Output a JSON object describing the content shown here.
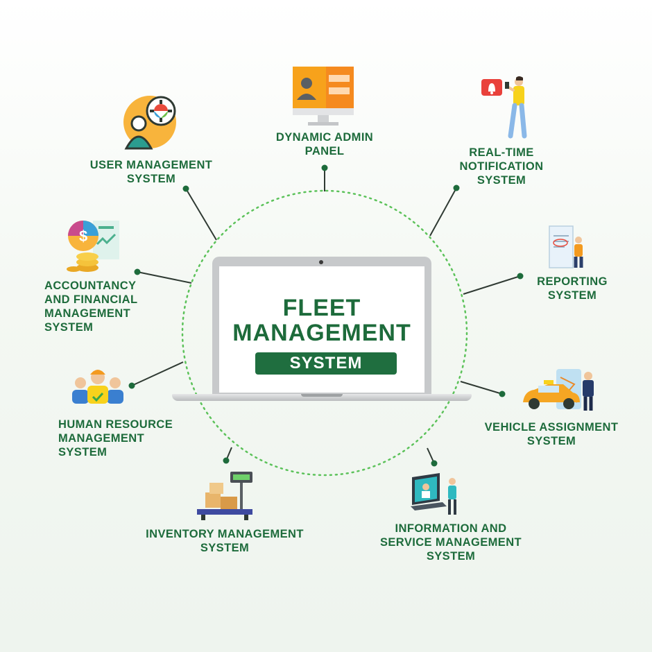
{
  "center": {
    "title_line1": "FLEET",
    "title_line2": "MANAGEMENT",
    "badge": "SYSTEM"
  },
  "modules": {
    "dynamic_admin": "DYNAMIC ADMIN\nPANEL",
    "user_management": "USER MANAGEMENT\nSYSTEM",
    "notification": "REAL-TIME\nNOTIFICATION\nSYSTEM",
    "accountancy": "ACCOUNTANCY\nAND FINANCIAL\nMANAGEMENT\nSYSTEM",
    "reporting": "REPORTING\nSYSTEM",
    "human_resource": "HUMAN RESOURCE\nMANAGEMENT\nSYSTEM",
    "vehicle_assignment": "VEHICLE ASSIGNMENT\nSYSTEM",
    "inventory": "INVENTORY MANAGEMENT\nSYSTEM",
    "information_service": "INFORMATION AND\nSERVICE MANAGEMENT\nSYSTEM"
  },
  "colors": {
    "brand_green": "#1d6b3b",
    "dotted_circle": "#5cc25a",
    "connector": "#2f3a33"
  }
}
